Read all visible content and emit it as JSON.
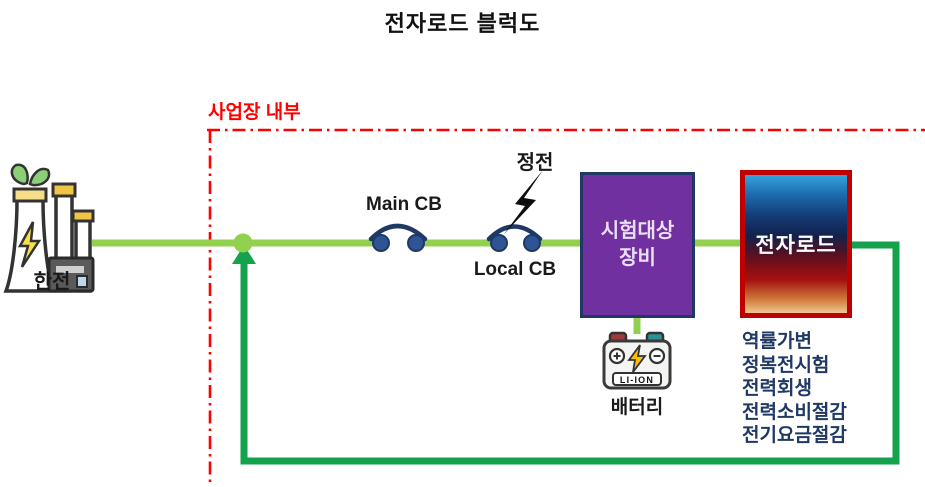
{
  "title": "전자로드 블럭도",
  "site_boundary": {
    "label": "사업장 내부"
  },
  "source": {
    "label": "한전"
  },
  "breakers": {
    "main_label": "Main CB",
    "local_label": "Local CB"
  },
  "outage": {
    "label": "정전"
  },
  "dut": {
    "line1": "시험대상",
    "line2": "장비"
  },
  "load": {
    "label": "전자로드"
  },
  "battery": {
    "label": "배터리",
    "chemistry": "LI-ION"
  },
  "features": [
    "역률가변",
    "정복전시험",
    "전력회생",
    "전력소비절감",
    "전기요금절감"
  ],
  "colors": {
    "main_line": "#92d050",
    "feedback_line": "#14a24d",
    "boundary_red": "#ff0000",
    "dut_fill": "#7030a0",
    "load_border": "#c00000",
    "navy_text": "#1f3864",
    "breaker_dot": "#2e5496"
  }
}
